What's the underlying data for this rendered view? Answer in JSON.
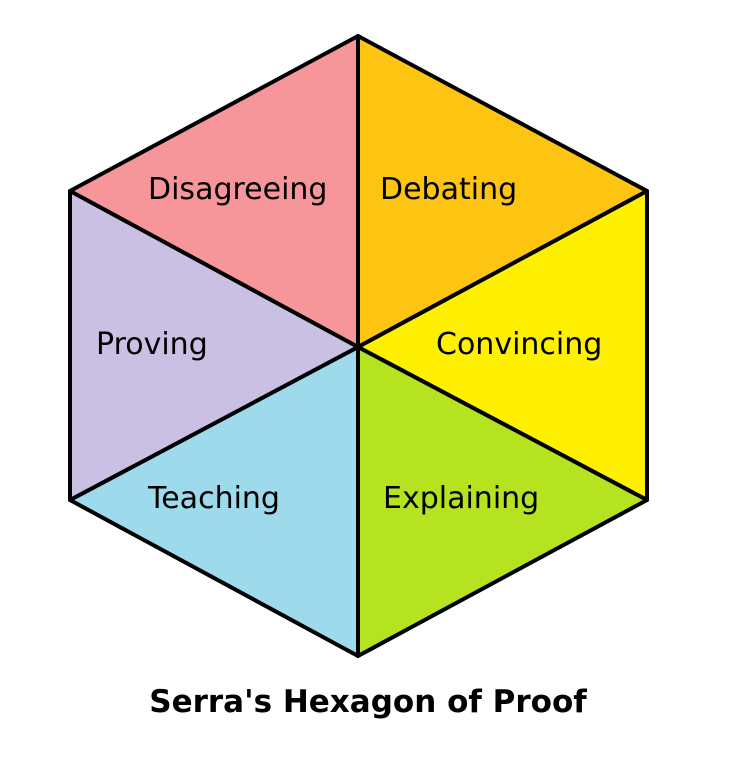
{
  "title": "Serra's Hexagon of Proof",
  "segments": [
    {
      "label": "Disagreeing",
      "color": "#F6959A"
    },
    {
      "label": "Debating",
      "color": "#FDC512"
    },
    {
      "label": "Convincing",
      "color": "#FEF000"
    },
    {
      "label": "Explaining",
      "color": "#B5E31F"
    },
    {
      "label": "Teaching",
      "color": "#9DDAEB"
    },
    {
      "label": "Proving",
      "color": "#C9C0E4"
    }
  ]
}
